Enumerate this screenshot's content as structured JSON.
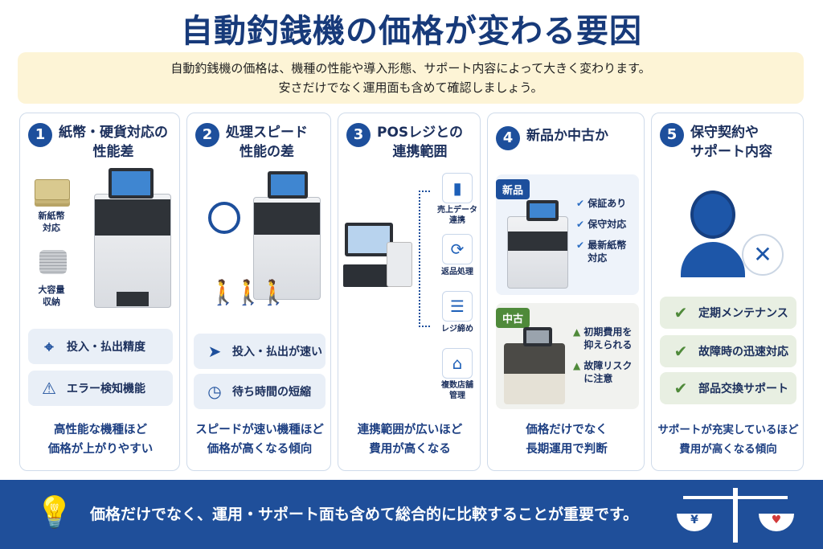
{
  "title": "自動釣銭機の価格が変わる要因",
  "intro": [
    "自動釣銭機の価格は、機種の性能や導入形態、サポート内容によって大きく変わります。",
    "安さだけでなく運用面も含めて確認しましょう。"
  ],
  "cards": [
    {
      "num": "1",
      "title": [
        "紙幣・硬貨対応の",
        "性能差"
      ],
      "labels": [
        "新紙幣\n対応",
        "大容量\n収納"
      ],
      "items": [
        "投入・払出精度",
        "エラー検知機能"
      ],
      "footer": [
        "高性能な機種ほど",
        "価格が上がりやすい"
      ]
    },
    {
      "num": "2",
      "title": [
        "処理スピード",
        "性能の差"
      ],
      "items": [
        "投入・払出が速い",
        "待ち時間の短縮"
      ],
      "footer": [
        "スピードが速い機種ほど",
        "価格が高くなる傾向"
      ]
    },
    {
      "num": "3",
      "title": [
        "POSレジとの",
        "連携範囲"
      ],
      "features": [
        "売上データ\n連携",
        "返品処理",
        "レジ締め",
        "複数店舗\n管理"
      ],
      "footer": [
        "連携範囲が広いほど",
        "費用が高くなる"
      ]
    },
    {
      "num": "4",
      "title": [
        "新品か中古か"
      ],
      "new": {
        "tag": "新品",
        "points": [
          "保証あり",
          "保守対応",
          "最新紙幣\n対応"
        ]
      },
      "used": {
        "tag": "中古",
        "points": [
          "初期費用を\n抑えられる",
          "故障リスク\nに注意"
        ]
      },
      "footer": [
        "価格だけでなく",
        "長期運用で判断"
      ]
    },
    {
      "num": "5",
      "title": [
        "保守契約や",
        "サポート内容"
      ],
      "items": [
        "定期メンテナンス",
        "故障時の迅速対応",
        "部品交換サポート"
      ],
      "footer": [
        "サポートが充実しているほど",
        "費用が高くなる傾向"
      ]
    }
  ],
  "bottom": "価格だけでなく、運用・サポート面も含めて総合的に比較することが重要です。",
  "colors": {
    "navy": "#1d4f9c",
    "green": "#4f8a3a",
    "banner": "#1f4f9a"
  }
}
